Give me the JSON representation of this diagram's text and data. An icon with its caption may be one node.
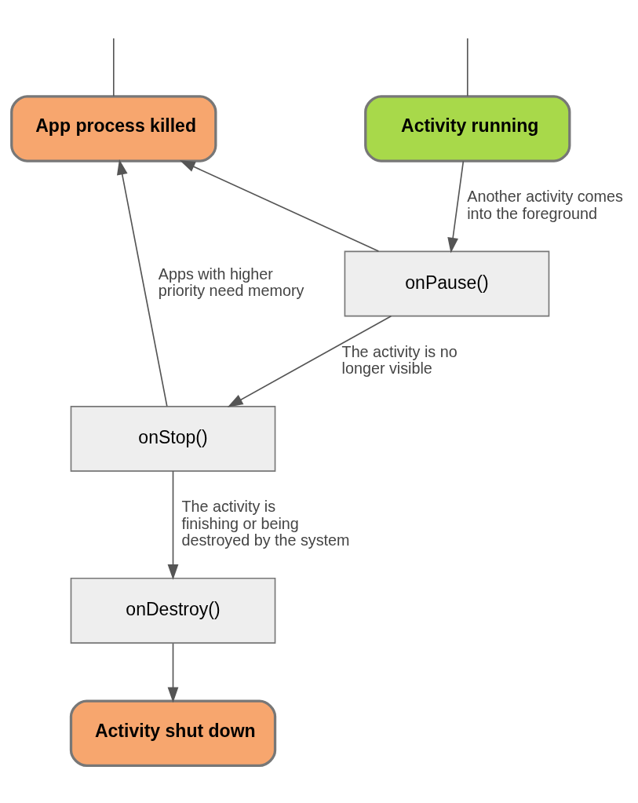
{
  "diagram": {
    "nodes": [
      {
        "text": [
          "App process killed"
        ]
      },
      {
        "text": [
          "Activity running"
        ]
      },
      {
        "text": [
          "onPause()"
        ]
      },
      {
        "text": [
          "onStop()"
        ]
      },
      {
        "text": [
          "onDestroy()"
        ]
      },
      {
        "text": [
          "Activity shut down"
        ]
      }
    ],
    "edges": [
      {
        "from": 0,
        "to": null,
        "arrow": "none"
      },
      {
        "from": null,
        "to": 1,
        "arrow": "none"
      },
      {
        "from": 1,
        "to": 2,
        "arrow": "to",
        "label": "Another activity comes into the foreground"
      },
      {
        "from": 2,
        "to": 0,
        "arrow": "to"
      },
      {
        "from": 2,
        "to": 3,
        "arrow": "to",
        "label": "The activity is no longer visible"
      },
      {
        "from": 3,
        "to": 0,
        "arrow": "to",
        "label": "Apps with higher priority need memory"
      },
      {
        "from": 3,
        "to": 4,
        "arrow": "to",
        "label": "The activity is finishing or being destroyed by the system"
      },
      {
        "from": 4,
        "to": 5,
        "arrow": "to"
      }
    ]
  }
}
